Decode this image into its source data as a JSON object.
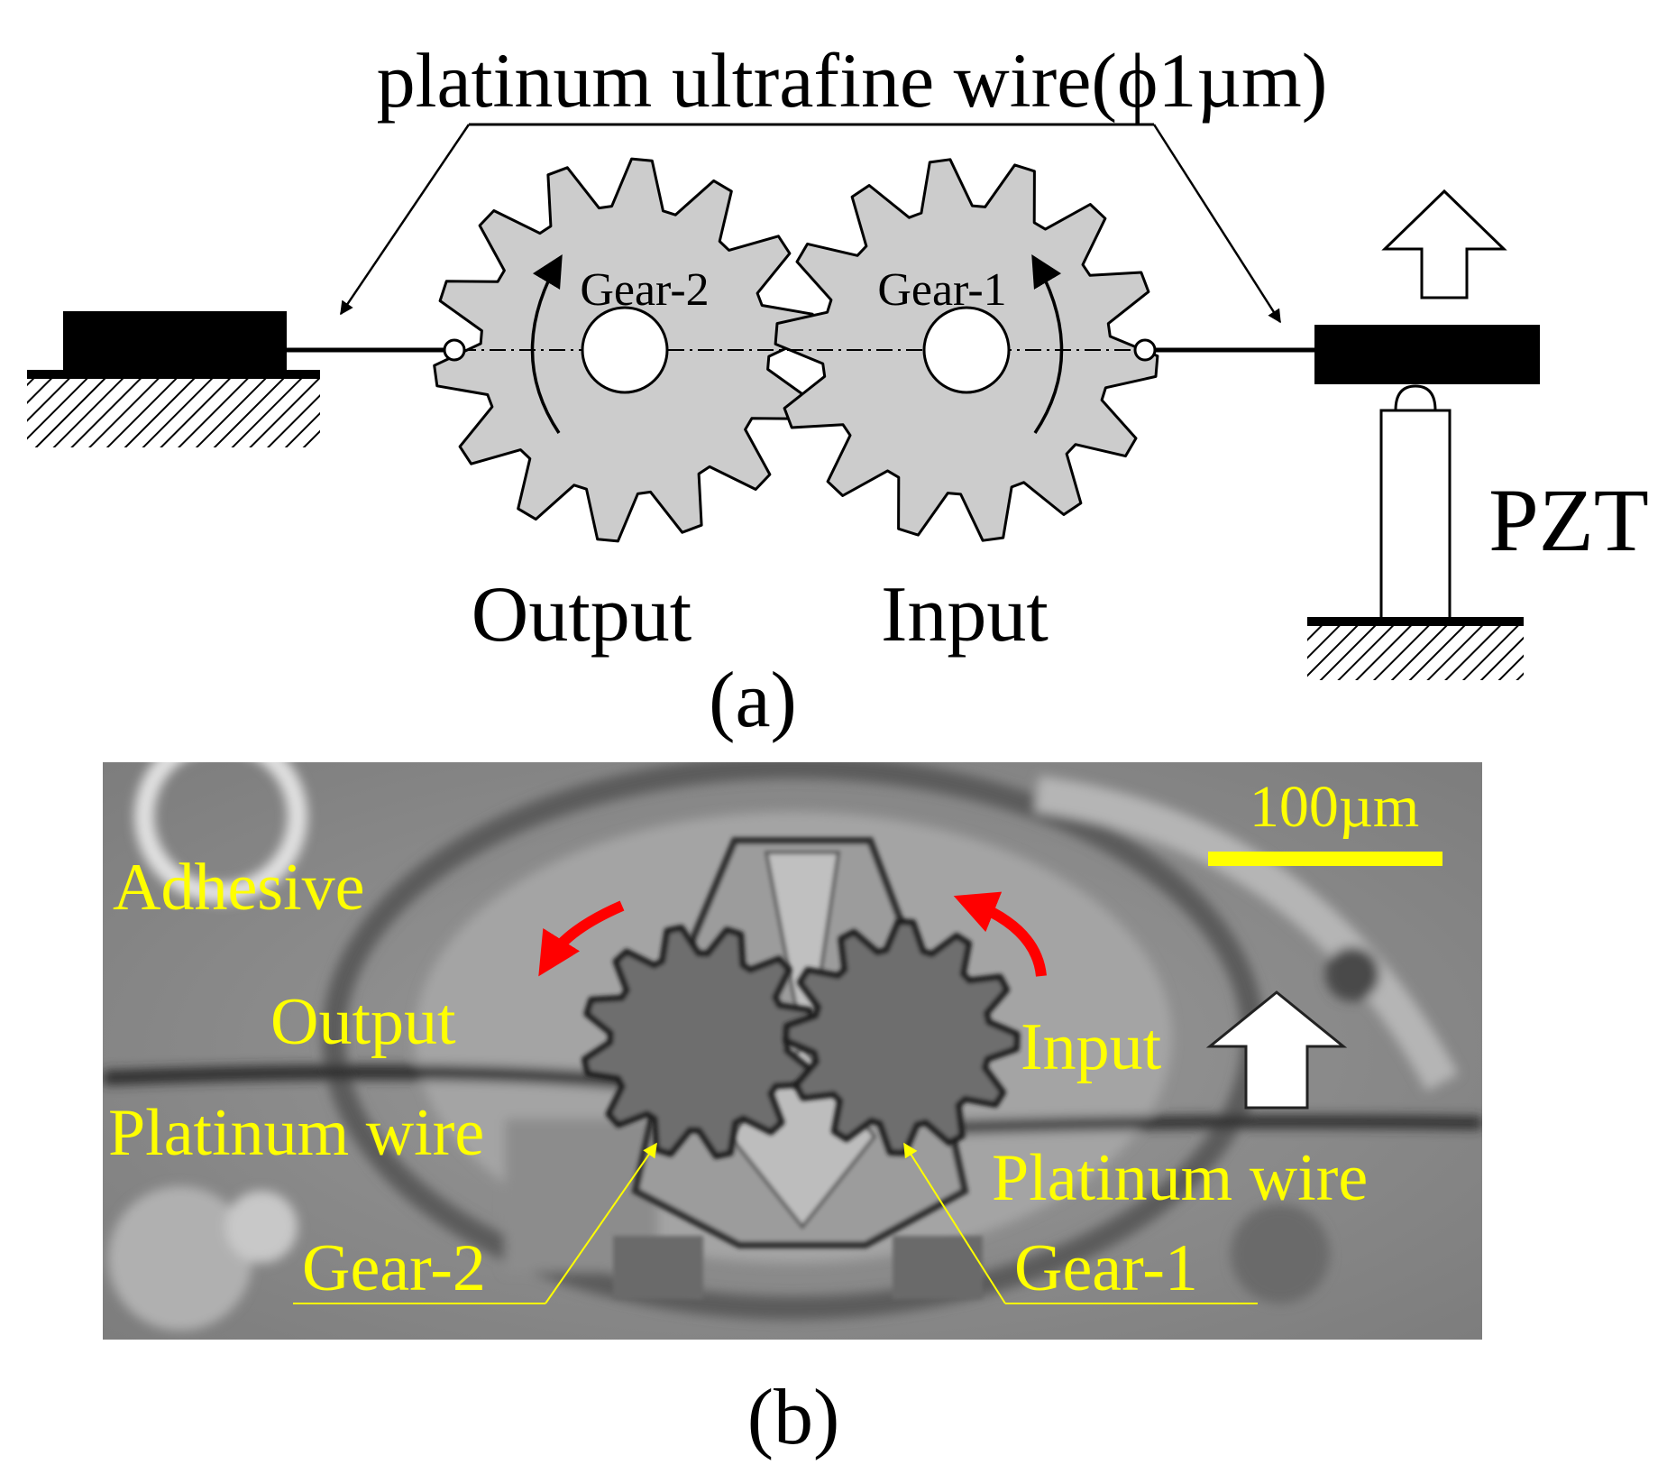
{
  "panel_a": {
    "wire_label": "platinum ultrafine wire(ϕ1µm)",
    "gear2_label": "Gear-2",
    "gear1_label": "Gear-1",
    "output_label": "Output",
    "input_label": "Input",
    "pzt_label": "PZT",
    "caption": "(a)"
  },
  "panel_b": {
    "scale_label": "100µm",
    "adhesive_label": "Adhesive",
    "output_label": "Output",
    "output_wire_label": "Platinum wire",
    "input_label": "Input",
    "input_wire_label": "Platinum wire",
    "gear2_label": "Gear-2",
    "gear1_label": "Gear-1",
    "caption": "(b)"
  },
  "colors": {
    "gear_fill": "#cccccc",
    "annotation_yellow": "#ffff00",
    "rotation_arrow_red": "#ff0000",
    "micrograph_gray": "#8a8a8a"
  },
  "icons": [
    "hatch-ground-icon",
    "up-arrow-icon",
    "rotation-arrow-icon"
  ]
}
